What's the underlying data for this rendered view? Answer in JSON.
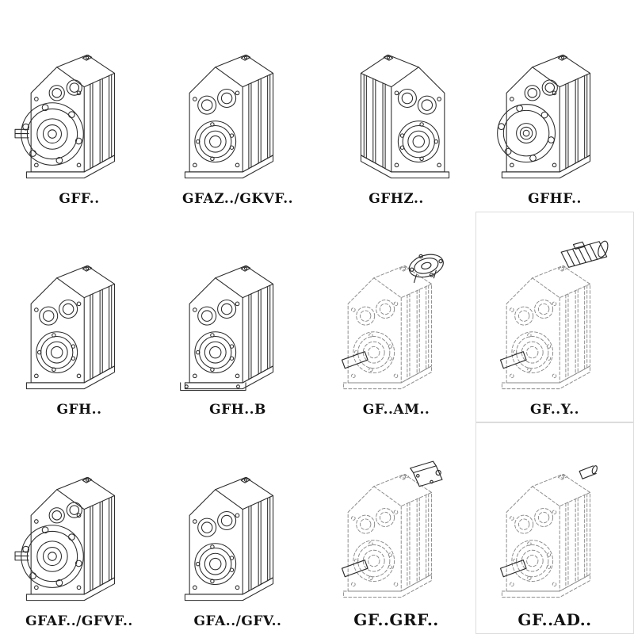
{
  "page": {
    "background": "#ffffff",
    "line_color": "#2b2b2b",
    "phantom_line_color": "#8a8a8a"
  },
  "items": [
    {
      "label": "GFF..",
      "drawing": "gearbox-flange-shaft-drawing",
      "style": "solid"
    },
    {
      "label": "GFAZ../GKVF..",
      "drawing": "gearbox-face-bearing-drawing",
      "style": "solid"
    },
    {
      "label": "GFHZ..",
      "drawing": "gearbox-face-bearing-mirrored-drawing",
      "style": "solid"
    },
    {
      "label": "GFHF..",
      "drawing": "gearbox-flange-hollow-drawing",
      "style": "solid"
    },
    {
      "label": "GFH..",
      "drawing": "gearbox-face-bearing-drawing",
      "style": "solid"
    },
    {
      "label": "GFH..B",
      "drawing": "gearbox-face-bearing-foot-drawing",
      "style": "solid"
    },
    {
      "label": "GF..AM..",
      "drawing": "gearbox-phantom-input-flange-drawing",
      "style": "phantom"
    },
    {
      "label": "GF..Y..",
      "drawing": "gearbox-phantom-motor-drawing",
      "style": "phantom",
      "framed": true
    },
    {
      "label": "GFAF../GFVF..",
      "drawing": "gearbox-flange-shaft-drawing",
      "style": "solid"
    },
    {
      "label": "GFA../GFV..",
      "drawing": "gearbox-face-bearing-drawing",
      "style": "solid"
    },
    {
      "label": "GF..GRF..",
      "drawing": "gearbox-phantom-adapter-drawing",
      "style": "phantom",
      "large_label": true
    },
    {
      "label": "GF..AD..",
      "drawing": "gearbox-phantom-input-shaft-drawing",
      "style": "phantom",
      "framed": true,
      "large_label": true
    }
  ]
}
